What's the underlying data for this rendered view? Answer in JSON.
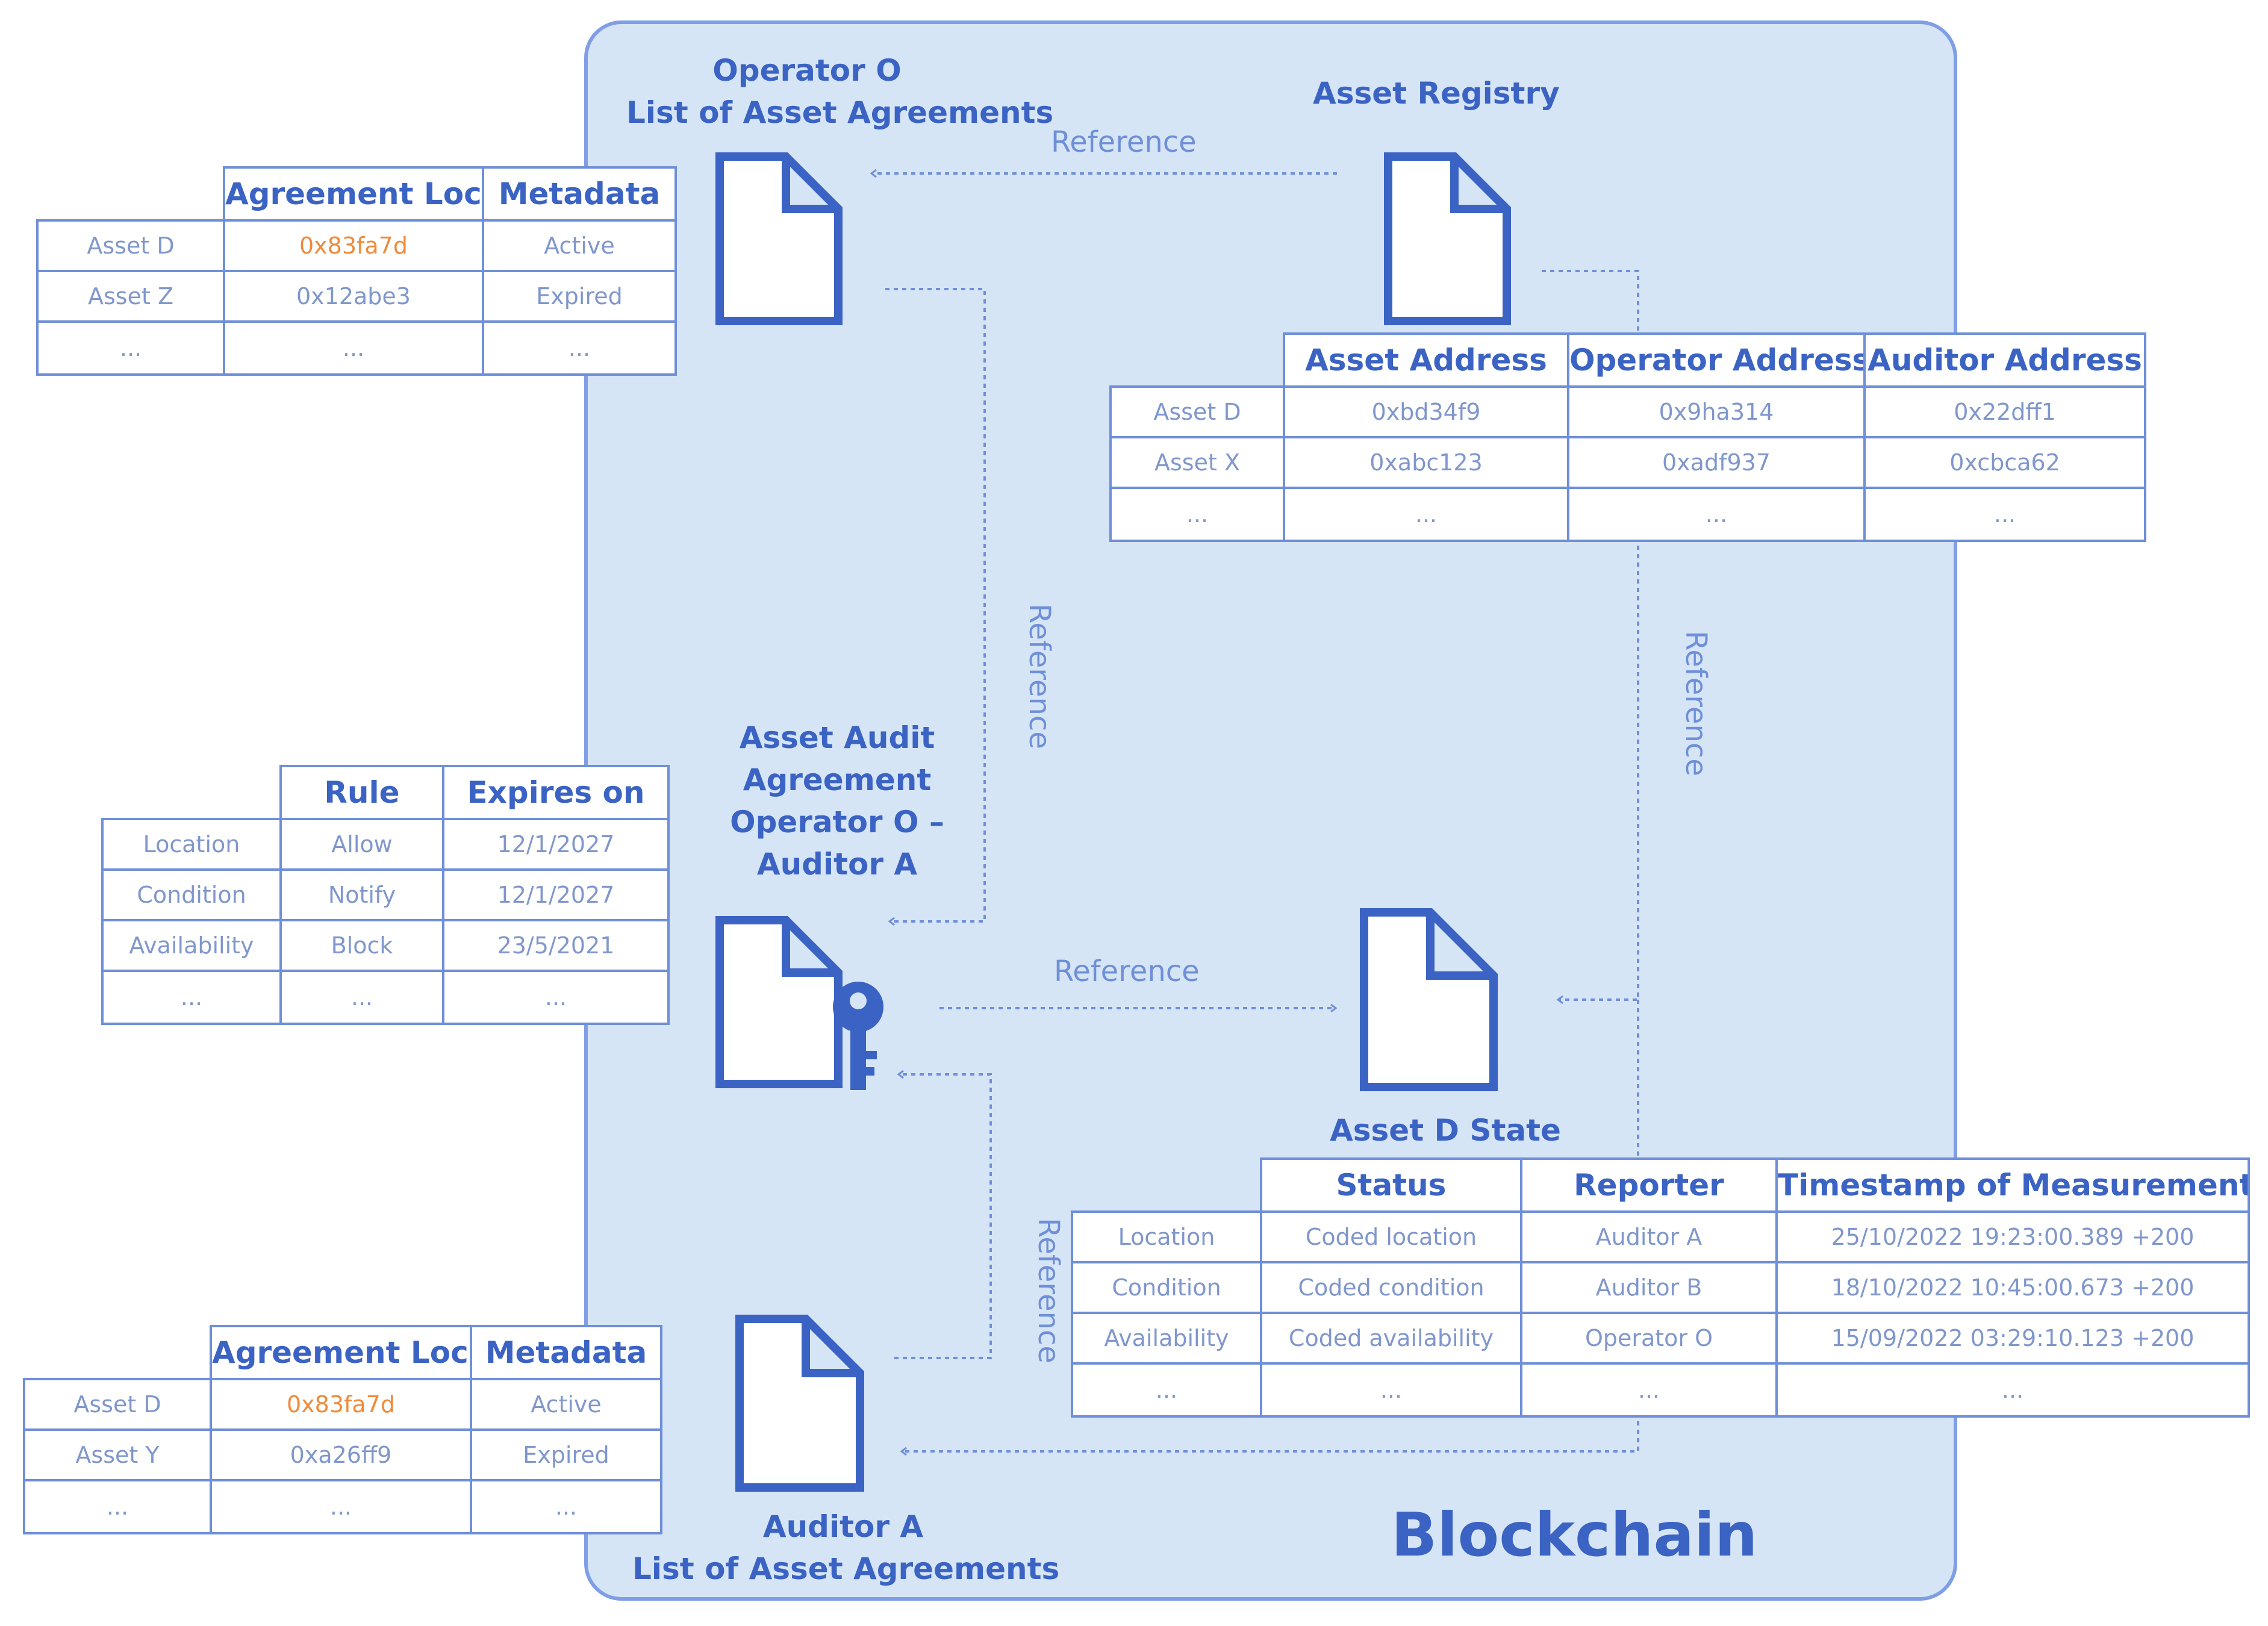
{
  "blockchain_label": "Blockchain",
  "colors": {
    "primary": "#3b63c4",
    "background_area": "#d6e5f5",
    "highlight": "#f08a3a",
    "cell_text": "#8097cc"
  },
  "nodes": {
    "operator_list": {
      "line1": "Operator O",
      "line2": "List of Asset Agreements"
    },
    "asset_registry": {
      "title": "Asset Registry"
    },
    "audit_agreement": {
      "line1": "Asset Audit",
      "line2": "Agreement",
      "line3": "Operator O –",
      "line4": "Auditor A"
    },
    "asset_state": {
      "title": "Asset D State"
    },
    "auditor_list": {
      "line1": "Auditor A",
      "line2": "List of Asset Agreements"
    }
  },
  "edge_labels": {
    "registry_to_operator": "Reference",
    "operator_to_agreement": "Reference",
    "registry_to_state": "Reference",
    "agreement_to_state": "Reference",
    "auditor_to_agreement": "Reference"
  },
  "tables": {
    "operator_agreements": {
      "headers": [
        "",
        "Agreement Loc.",
        "Metadata"
      ],
      "rows": [
        [
          "Asset D",
          "0x83fa7d",
          "Active"
        ],
        [
          "Asset Z",
          "0x12abe3",
          "Expired"
        ],
        [
          "...",
          "...",
          "..."
        ]
      ]
    },
    "audit_rules": {
      "headers": [
        "",
        "Rule",
        "Expires on"
      ],
      "rows": [
        [
          "Location",
          "Allow",
          "12/1/2027"
        ],
        [
          "Condition",
          "Notify",
          "12/1/2027"
        ],
        [
          "Availability",
          "Block",
          "23/5/2021"
        ],
        [
          "...",
          "...",
          "..."
        ]
      ]
    },
    "auditor_agreements": {
      "headers": [
        "",
        "Agreement Loc.",
        "Metadata"
      ],
      "rows": [
        [
          "Asset D",
          "0x83fa7d",
          "Active"
        ],
        [
          "Asset Y",
          "0xa26ff9",
          "Expired"
        ],
        [
          "...",
          "...",
          "..."
        ]
      ]
    },
    "asset_registry": {
      "headers": [
        "",
        "Asset Address",
        "Operator Address",
        "Auditor Address"
      ],
      "rows": [
        [
          "Asset D",
          "0xbd34f9",
          "0x9ha314",
          "0x22dff1"
        ],
        [
          "Asset X",
          "0xabc123",
          "0xadf937",
          "0xcbca62"
        ],
        [
          "...",
          "...",
          "...",
          "..."
        ]
      ]
    },
    "asset_state": {
      "headers": [
        "",
        "Status",
        "Reporter",
        "Timestamp of Measurement"
      ],
      "rows": [
        [
          "Location",
          "Coded location",
          "Auditor A",
          "25/10/2022 19:23:00.389 +200"
        ],
        [
          "Condition",
          "Coded condition",
          "Auditor B",
          "18/10/2022 10:45:00.673 +200"
        ],
        [
          "Availability",
          "Coded availability",
          "Operator O",
          "15/09/2022 03:29:10.123 +200"
        ],
        [
          "...",
          "...",
          "...",
          "..."
        ]
      ]
    }
  }
}
